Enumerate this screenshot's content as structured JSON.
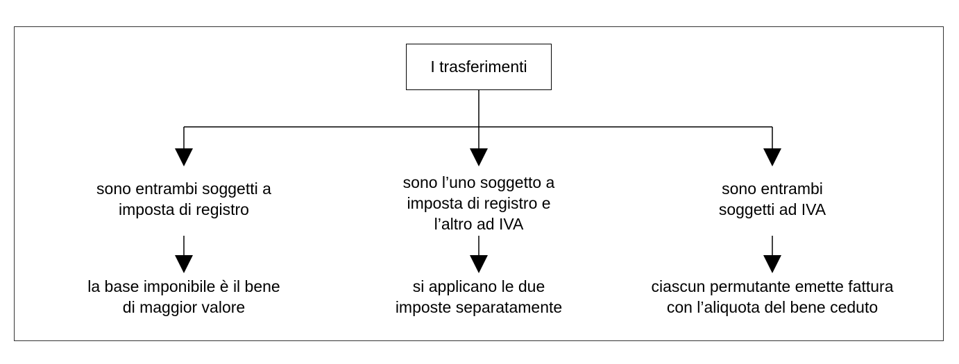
{
  "diagram": {
    "root": {
      "label": "I trasferimenti"
    },
    "branches": [
      {
        "condition_lines": [
          "sono entrambi soggetti a",
          "imposta di registro"
        ],
        "result_lines": [
          "la base imponibile è il bene",
          "di maggior valore"
        ]
      },
      {
        "condition_lines": [
          "sono l’uno soggetto a",
          "imposta di registro e",
          "l’altro ad IVA"
        ],
        "result_lines": [
          "si applicano le due",
          "imposte separatamente"
        ]
      },
      {
        "condition_lines": [
          "sono entrambi",
          "soggetti ad IVA"
        ],
        "result_lines": [
          "ciascun permutante emette fattura",
          "con l’aliquota del bene ceduto"
        ]
      }
    ]
  }
}
